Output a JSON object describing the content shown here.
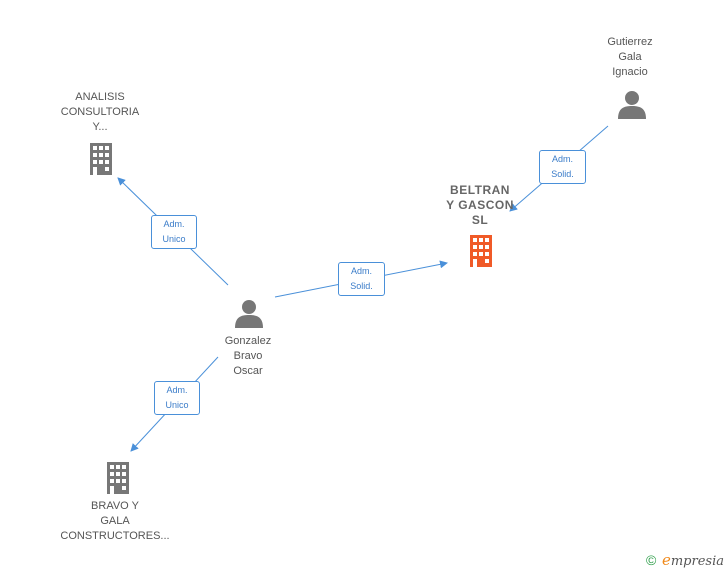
{
  "nodes": {
    "analisis": {
      "lines": [
        "ANALISIS",
        "CONSULTORIA",
        "Y..."
      ]
    },
    "gutierrez": {
      "lines": [
        "Gutierrez",
        "Gala",
        "Ignacio"
      ]
    },
    "beltran": {
      "lines": [
        "BELTRAN",
        "Y GASCON",
        "SL"
      ]
    },
    "gonzalez": {
      "lines": [
        "Gonzalez",
        "Bravo",
        "Oscar"
      ]
    },
    "bravo": {
      "lines": [
        "BRAVO Y",
        "GALA",
        "CONSTRUCTORES..."
      ]
    }
  },
  "edges": {
    "gonzalez_analisis": {
      "lines": [
        "Adm.",
        "Unico"
      ]
    },
    "gonzalez_beltran": {
      "lines": [
        "Adm.",
        "Solid."
      ]
    },
    "gutierrez_beltran": {
      "lines": [
        "Adm.",
        "Solid."
      ]
    },
    "gonzalez_bravo": {
      "lines": [
        "Adm.",
        "Unico"
      ]
    }
  },
  "colors": {
    "edge": "#4a90d9",
    "company": "#777777",
    "company_main": "#f05a28",
    "person": "#777777"
  },
  "footer": {
    "copyright_symbol": "©",
    "brand_initial": "e",
    "brand_rest": "mpresia"
  }
}
